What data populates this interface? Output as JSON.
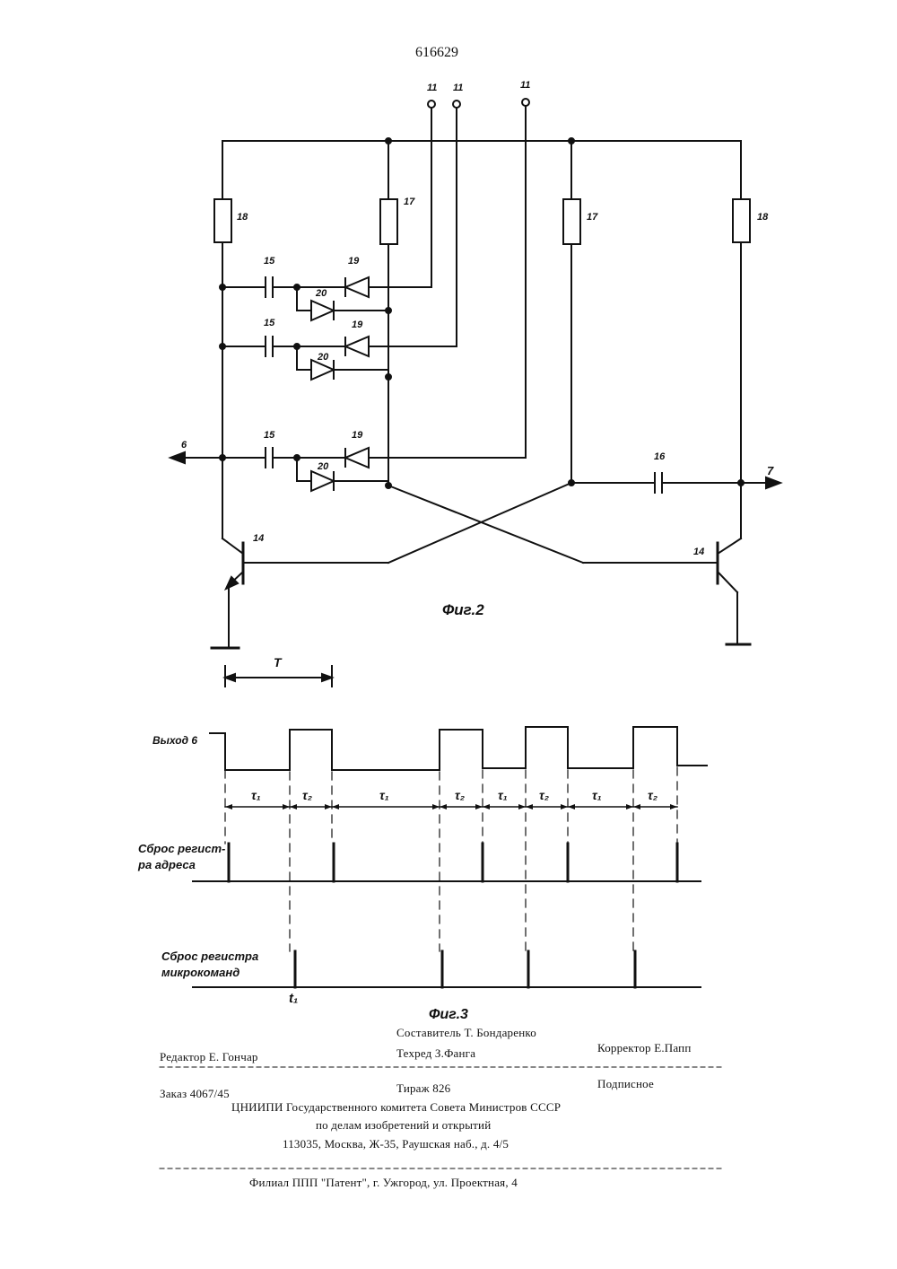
{
  "patent_number": "616629",
  "fig2": {
    "caption": "Фиг.2",
    "terminals": {
      "input_label": "11",
      "output_left": "6",
      "output_right": "7"
    },
    "components": {
      "resistor_outer_left": "18",
      "resistor_inner_left": "17",
      "resistor_inner_right": "17",
      "resistor_outer_right": "18",
      "capacitor": "15",
      "diode_series": "19",
      "diode_shunt": "20",
      "capacitor_out": "16",
      "transistor": "14"
    }
  },
  "fig3": {
    "caption": "Фиг.3",
    "period_label": "T",
    "signal_output": "Выход 6",
    "signal_reset_address": [
      "Сброс регист-",
      "ра адреса"
    ],
    "signal_reset_micro": [
      "Сброс регистра",
      "микрокоманд"
    ],
    "intervals": [
      "τ₁",
      "τ₂",
      "τ₁",
      "τ₂",
      "τ₁",
      "τ₂",
      "τ₁",
      "τ₂"
    ],
    "time_marker": "t₁"
  },
  "footer": {
    "compiler": "Составитель Т. Бондаренко",
    "editor": "Редактор Е. Гончар",
    "techred": "Техред З.Фанга",
    "corrector": "Корректор Е.Папп",
    "order": "Заказ 4067/45",
    "circulation": "Тираж 826",
    "subscription": "Подписное",
    "org_line1": "ЦНИИПИ Государственного комитета Совета Министров СССР",
    "org_line2": "по делам изобретений и открытий",
    "org_address": "113035, Москва, Ж-35, Раушская наб., д. 4/5",
    "branch": "Филиал ППП \"Патент\", г. Ужгород, ул. Проектная, 4"
  }
}
